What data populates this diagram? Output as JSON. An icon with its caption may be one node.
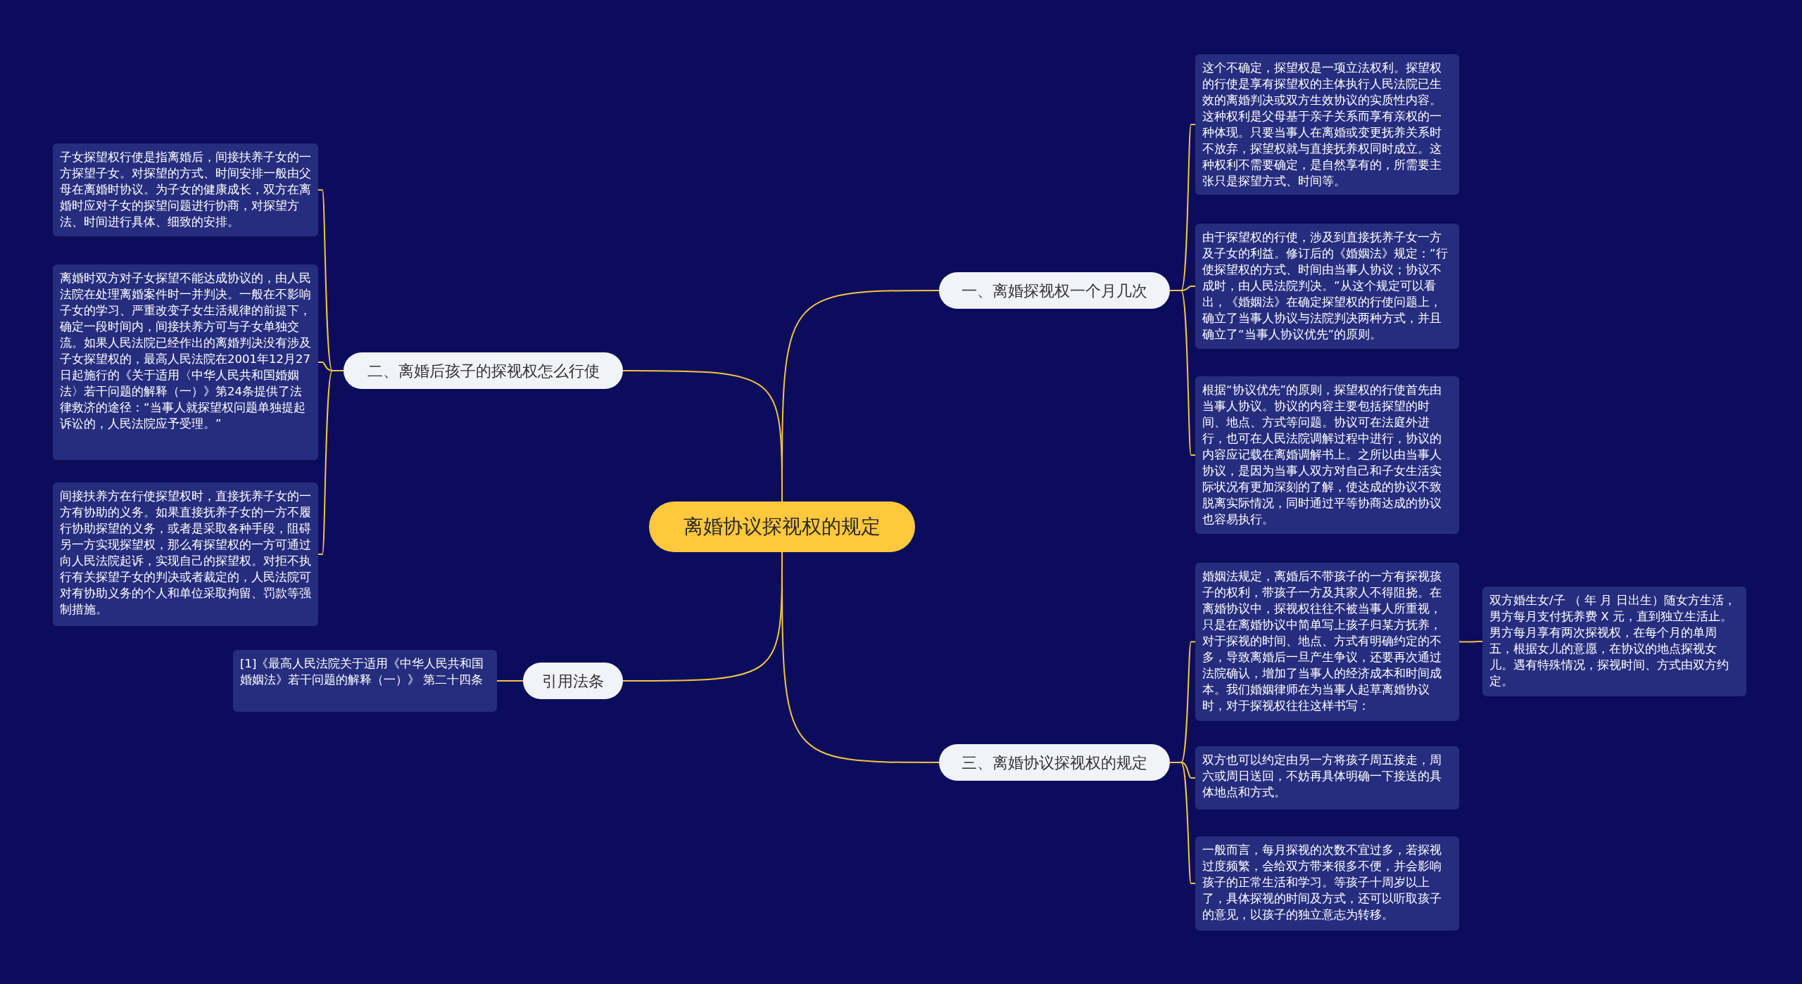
{
  "diagram": {
    "nodes": [
      {
        "text": [
          "离婚协议探视权的规定"
        ]
      },
      {
        "text": [
          "一、离婚探视权一个月几次"
        ]
      },
      {
        "text": [
          "这个不确定，探望权是一项立法权利。探望权的行使是享有探望权的主体执行人民法院已生效的离婚判决或双方生效协议的实质性内容。这种权利是父母基于亲子关系而享有亲权的一种体现。只要当事人在离婚或变更抚养关系时不放弃，探望权就与直接抚养权同时成立。这种权利不需要确定，是自然享有的，所需要主张只是探望方式、时间等。"
        ]
      },
      {
        "text": [
          "由于探望权的行使，涉及到直接抚养子女一方及子女的利益。修订后的《婚姻法》规定：”行使探望权的方式、时间由当事人协议；协议不成时，由人民法院判决。”从这个规定可以看出，《婚姻法》在确定探望权的行使问题上，确立了当事人协议与法院判决两种方式，并且确立了“当事人协议优先”的原则。"
        ]
      },
      {
        "text": [
          "根据“协议优先”的原则，探望权的行使首先由当事人协议。协议的内容主要包括探望的时间、地点、方式等问题。协议可在法庭外进行，也可在人民法院调解过程中进行，协议的内容应记载在离婚调解书上。之所以由当事人协议，是因为当事人双方对自己和子女生活实际状况有更加深刻的了解，使达成的协议不致脱离实际情况，同时通过平等协商达成的协议也容易执行。"
        ]
      },
      {
        "text": [
          "二、离婚后孩子的探视权怎么行使"
        ]
      },
      {
        "text": [
          "子女探望权行使是指离婚后，间接扶养子女的一方探望子女。对探望的方式、时间安排一般由父母在离婚时协议。为子女的健康成长，双方在离婚时应对子女的探望问题进行协商，对探望方法、时间进行具体、细致的安排。"
        ]
      },
      {
        "text": [
          "离婚时双方对子女探望不能达成协议的，由人民法院在处理离婚案件时一并判决。一般在不影响子女的学习、严重改变子女生活规律的前提下，确定一段时间内，间接扶养方可与子女单独交流。如果人民法院已经作出的离婚判决没有涉及子女探望权的，最高人民法院在2001年12月27日起施行的《关于适用〈中华人民共和国婚姻法〉若干问题的解释（一）》第24条提供了法律救济的途径：“当事人就探望权问题单独提起诉讼的，人民法院应予受理。”"
        ]
      },
      {
        "text": [
          "间接扶养方在行使探望权时，直接抚养子女的一方有协助的义务。如果直接抚养子女的一方不履行协助探望的义务，或者是采取各种手段，阻碍另一方实现探望权，那么有探望权的一方可通过向人民法院起诉，实现自己的探望权。对拒不执行有关探望子女的判决或者裁定的，人民法院可对有协助义务的个人和单位采取拘留、罚款等强制措施。"
        ]
      },
      {
        "text": [
          "三、离婚协议探视权的规定"
        ]
      },
      {
        "text": [
          "婚姻法规定，离婚后不带孩子的一方有探视孩子的权利，带孩子一方及其家人不得阻挠。在离婚协议中，探视权往往不被当事人所重视，只是在离婚协议中简单写上孩子归某方抚养，对于探视的时间、地点、方式有明确约定的不多，导致离婚后一旦产生争议，还要再次通过法院确认，增加了当事人的经济成本和时间成本。我们婚姻律师在为当事人起草离婚协议时，对于探视权往往这样书写："
        ]
      },
      {
        "text": [
          "双方婚生女/子 （ 年 月 日出生）随女方生活，男方每月支付抚养费 X 元，直到独立生活止。男方每月享有两次探视权，在每个月的单周五，根据女儿的意愿，在协议的地点探视女儿。遇有特殊情况，探视时间、方式由双方约定。"
        ]
      },
      {
        "text": [
          "双方也可以约定由另一方将孩子周五接走，周六或周日送回，不妨再具体明确一下接送的具体地点和方式。"
        ]
      },
      {
        "text": [
          "一般而言，每月探视的次数不宜过多，若探视过度频繁，会给双方带来很多不便，并会影响孩子的正常生活和学习。等孩子十周岁以上了，具体探视的时间及方式，还可以听取孩子的意见，以孩子的独立意志为转移。"
        ]
      },
      {
        "text": [
          "引用法条"
        ]
      },
      {
        "text": [
          "[1]《最高人民法院关于适用《中华人民共和国婚姻法》若干问题的解释（一）》 第二十四条"
        ]
      }
    ],
    "edges": [
      {
        "from": 0,
        "to": 1,
        "arrow": "none"
      },
      {
        "from": 1,
        "to": 2,
        "arrow": "none"
      },
      {
        "from": 1,
        "to": 3,
        "arrow": "none"
      },
      {
        "from": 1,
        "to": 4,
        "arrow": "none"
      },
      {
        "from": 0,
        "to": 5,
        "arrow": "none"
      },
      {
        "from": 5,
        "to": 6,
        "arrow": "none"
      },
      {
        "from": 5,
        "to": 7,
        "arrow": "none"
      },
      {
        "from": 5,
        "to": 8,
        "arrow": "none"
      },
      {
        "from": 0,
        "to": 9,
        "arrow": "none"
      },
      {
        "from": 9,
        "to": 10,
        "arrow": "none"
      },
      {
        "from": 10,
        "to": 11,
        "arrow": "none"
      },
      {
        "from": 9,
        "to": 12,
        "arrow": "none"
      },
      {
        "from": 9,
        "to": 13,
        "arrow": "none"
      },
      {
        "from": 0,
        "to": 14,
        "arrow": "none"
      },
      {
        "from": 14,
        "to": 15,
        "arrow": "none"
      }
    ]
  }
}
